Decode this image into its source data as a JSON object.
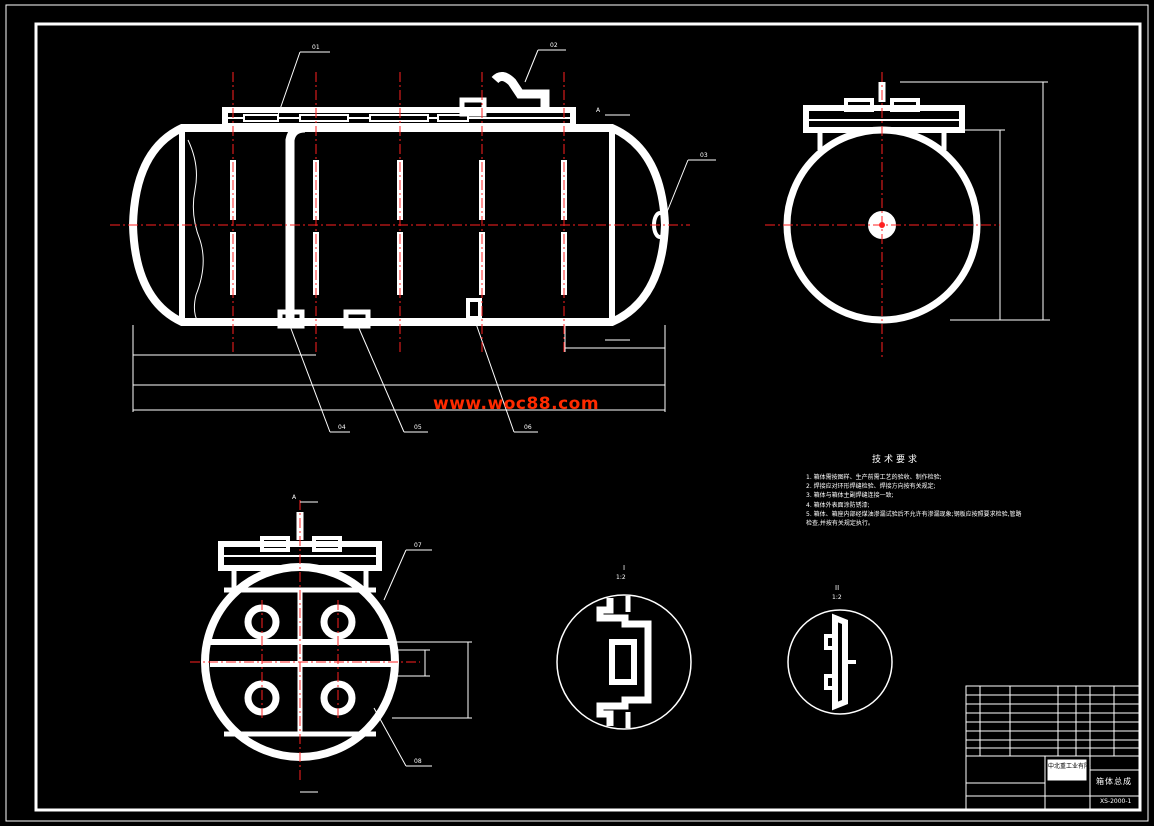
{
  "drawing": {
    "watermark": "www.woc88.com",
    "balloons": [
      "01",
      "02",
      "03",
      "04",
      "05",
      "06",
      "07",
      "08"
    ],
    "section_labels": {
      "A": "A",
      "A2": "A",
      "I": "I",
      "I_scale": "1:2",
      "II": "II",
      "II_scale": "1:2"
    },
    "technical_requirements": {
      "title": "技术要求",
      "items": [
        "1. 箱体需按图样、生产前需工艺的验收、制作检验;",
        "2. 焊接应对环形焊缝检验、焊接方向按有关规定;",
        "3. 箱体与箱体主副焊缝连接一致;",
        "4. 箱体外表面涂防锈漆;",
        "5. 箱体、箱座内部经煤油渗漏试验后不允许有渗漏现象;钢板应按照要求检验,管路",
        "   检查,并按有关规定执行。"
      ]
    },
    "title_block": {
      "drawing_name": "箱体总成",
      "drawing_no": "XS-2000-1",
      "company": "中北重工业有限公司"
    },
    "colors": {
      "line": "#ffffff",
      "center_line": "#ff2020",
      "watermark": "#ff2a00",
      "background": "#000000"
    }
  }
}
